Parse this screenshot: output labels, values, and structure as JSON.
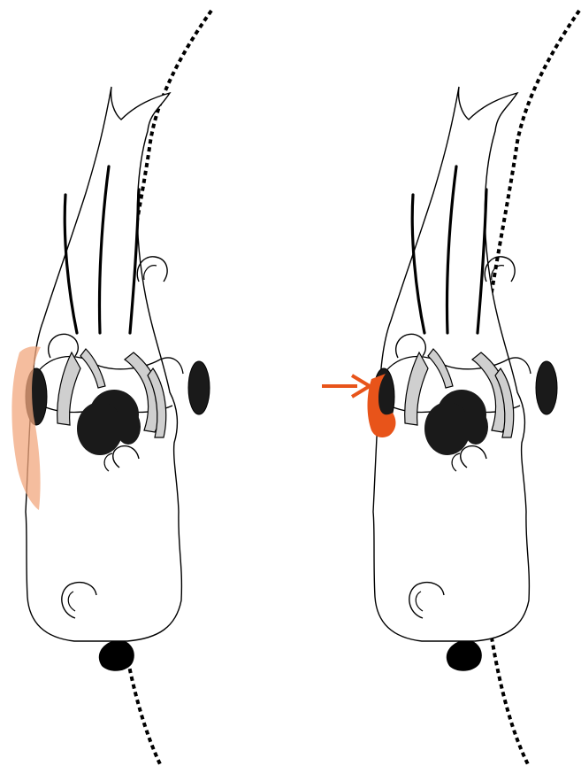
{
  "colors": {
    "background": "#ffffff",
    "outline": "#000000",
    "rider": "#1a1a1a",
    "arms": "#cfcfcf",
    "highlight": "#e8541a",
    "highlight_soft": "#f2a77e"
  },
  "figures": [
    {
      "id": "left",
      "highlight": "rider-leg-shading",
      "icon": "horse-and-rider-top-view"
    },
    {
      "id": "right",
      "highlight": "rider-leg-with-arrow",
      "icon": "horse-and-rider-top-view"
    }
  ],
  "track": {
    "style": "dashed-curve"
  }
}
